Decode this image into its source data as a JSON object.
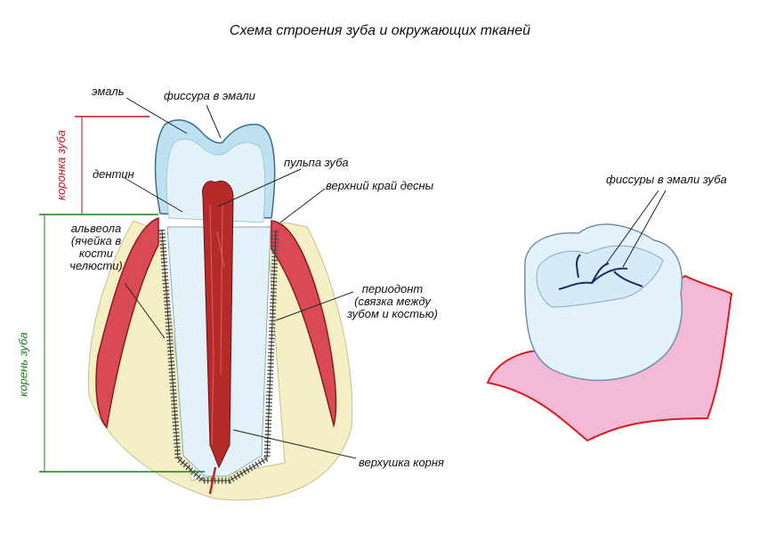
{
  "title": "Схема строения зуба и окружающих тканей",
  "labels": {
    "enamel": "эмаль",
    "fissure": "фиссура в эмали",
    "dentin": "дентин",
    "pulp": "пульпа зуба",
    "gum_edge": "верхний край десны",
    "alveola": [
      "альвеола",
      "(ячейка в",
      "кости",
      "челюсти)"
    ],
    "periodont": [
      "периодонт",
      "(связка между",
      "зубом и костью)"
    ],
    "root_apex": "верхушка корня",
    "fissures_right": "фиссуры в эмали зуба"
  },
  "dimension_labels": {
    "crown": "коронка зуба",
    "root": "корень зуба"
  },
  "colors": {
    "crown_marker": "#c0141c",
    "root_marker": "#1f7a1f",
    "gum": "#d94a55",
    "bone": "#f4efc4",
    "enamel": "#bfe0f0",
    "dentin": "#e3f1f8",
    "pulp": "#b52a2a",
    "gingiva_pink": "#f5b9d8"
  }
}
